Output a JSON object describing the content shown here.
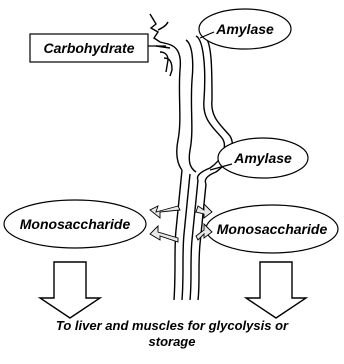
{
  "labels": {
    "carbohydrate": "Carbohydrate",
    "amylase_top": "Amylase",
    "amylase_middle": "Amylase",
    "mono_left": "Monosaccharide",
    "mono_right": "Monosaccharide",
    "caption_line1": "To liver and muscles for glycolysis or",
    "caption_line2": "storage"
  }
}
